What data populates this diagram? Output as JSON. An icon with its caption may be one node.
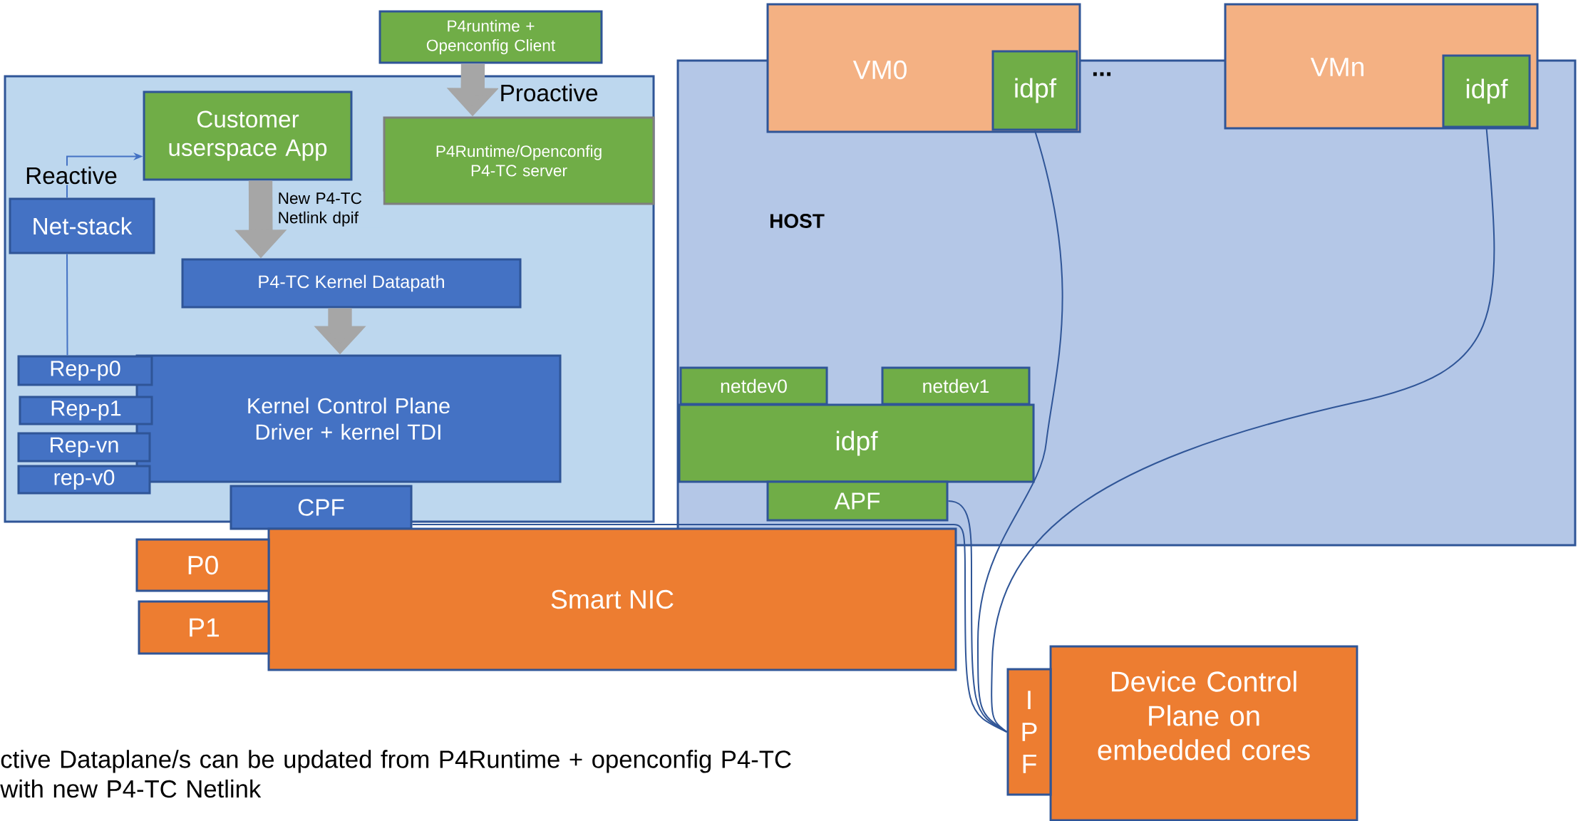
{
  "diagram": {
    "nodes": [
      {
        "text": [
          "P4runtime + Openconfig Client"
        ]
      },
      {
        "text": [],
        "shape": "box"
      },
      {
        "text": [
          "Customer userspace App"
        ],
        "in": 1
      },
      {
        "text": [
          "P4Runtime/Openconfig P4-TC server"
        ],
        "in": 1
      },
      {
        "text": [
          "Net-stack"
        ],
        "in": 1
      },
      {
        "text": [
          "P4-TC Kernel Datapath"
        ],
        "in": 1
      },
      {
        "text": [
          "Kernel Control Plane Driver + kernel TDI"
        ],
        "in": 1
      },
      {
        "text": [
          "Rep-p0"
        ],
        "in": 1
      },
      {
        "text": [
          "Rep-p1"
        ],
        "in": 1
      },
      {
        "text": [
          "Rep-vn"
        ],
        "in": 1
      },
      {
        "text": [
          "rep-v0"
        ],
        "in": 1
      },
      {
        "text": [
          "CPF"
        ]
      },
      {
        "text": [
          "HOST"
        ]
      },
      {
        "text": [
          "VM0"
        ]
      },
      {
        "text": [
          "idpf"
        ],
        "in": 13
      },
      {
        "text": [
          "VMn"
        ]
      },
      {
        "text": [
          "idpf"
        ]
      },
      {
        "text": [
          "netdev0"
        ],
        "in": 12
      },
      {
        "text": [
          "netdev1"
        ],
        "in": 12
      },
      {
        "text": [
          "idpf"
        ],
        "in": 12
      },
      {
        "text": [
          "APF"
        ],
        "in": 12
      },
      {
        "text": [
          "Smart NIC"
        ]
      },
      {
        "text": [
          "P0"
        ]
      },
      {
        "text": [
          "P1"
        ]
      },
      {
        "text": [
          "Device Control Plane on embedded cores"
        ]
      },
      {
        "text": [
          "I P F"
        ]
      }
    ],
    "edges": [
      {
        "from": 0,
        "to": 3,
        "arrow": "to",
        "label": "Proactive",
        "style": "thick",
        "color": "#a6a6a6"
      },
      {
        "from": 2,
        "to": 5,
        "arrow": "to",
        "label": "New P4-TC Netlink dpif",
        "style": "thick",
        "color": "#a6a6a6"
      },
      {
        "from": 5,
        "to": 6,
        "arrow": "to",
        "style": "thick",
        "color": "#a6a6a6"
      },
      {
        "from": 7,
        "to": 4,
        "arrow": "none",
        "color": "#4472c4"
      },
      {
        "from": 4,
        "to": 2,
        "arrow": "to",
        "label": "Reactive",
        "color": "#4472c4"
      },
      {
        "from": 11,
        "to": 25,
        "arrow": "none"
      },
      {
        "from": 20,
        "to": 25,
        "arrow": "none"
      },
      {
        "from": 14,
        "to": 25,
        "arrow": "none"
      },
      {
        "from": 16,
        "to": 25,
        "arrow": "none"
      }
    ],
    "labels": [
      "...",
      "ctive Dataplane/s can be updated from P4Runtime + openconfig P4-TC with new P4-TC Netlink"
    ]
  }
}
